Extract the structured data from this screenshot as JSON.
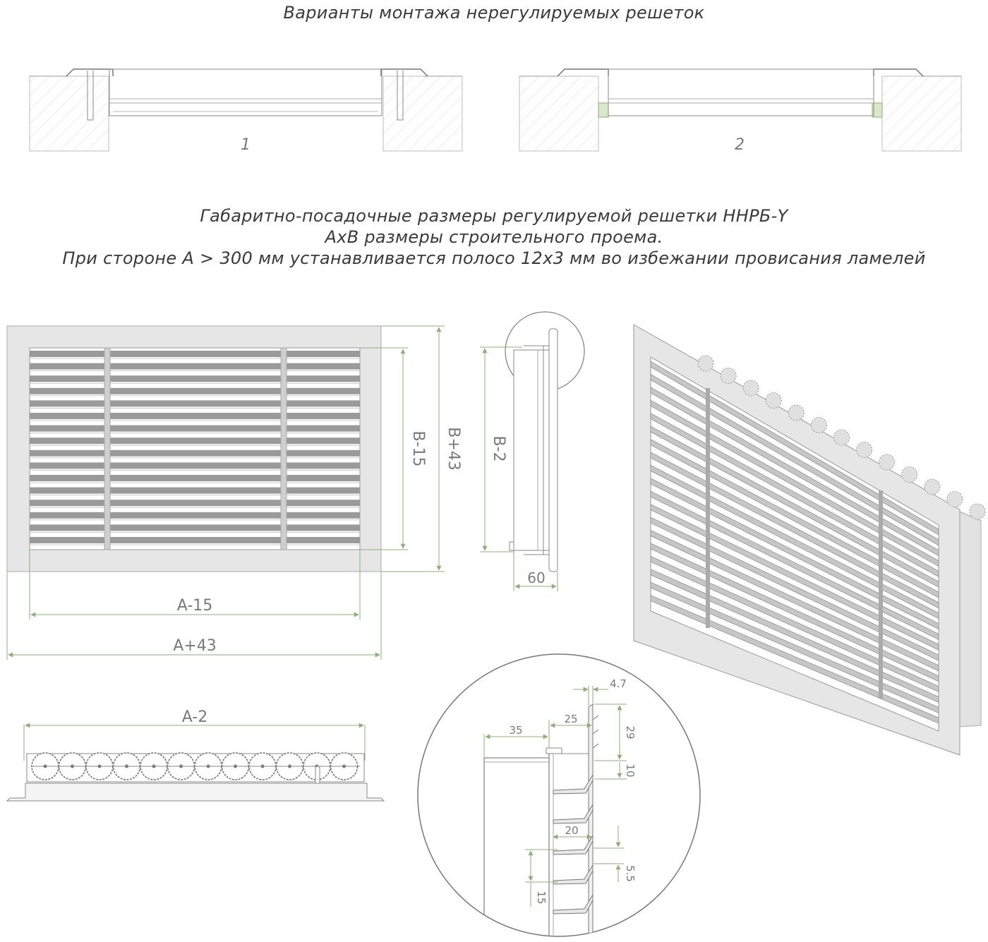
{
  "titles": {
    "mounting": "Варианты монтажа нерегулируемых решеток",
    "dims_line1": "Габаритно-посадочные размеры регулируемой решетки ННРБ-Y",
    "dims_line2": "AxB размеры строительного проема.",
    "dims_line3": "При стороне А > 300 мм устанавливается полосо 12x3 мм во избежании провисания ламелей"
  },
  "mounting_variants": [
    "1",
    "2"
  ],
  "front_view": {
    "inner_width": "A-15",
    "outer_width": "A+43",
    "inner_height": "B-15",
    "outer_height": "B+43"
  },
  "side_view": {
    "height": "B-2",
    "depth": "60"
  },
  "top_view": {
    "width": "A-2"
  },
  "detail_view": {
    "d35": "35",
    "d25": "25",
    "d4_7": "4.7",
    "d29": "29",
    "d10": "10",
    "d20": "20",
    "d5_5": "5.5",
    "d15": "15"
  },
  "colors": {
    "dimension_line": "#8fae78",
    "drawing_line": "#555555",
    "text": "#3a3a3a"
  }
}
